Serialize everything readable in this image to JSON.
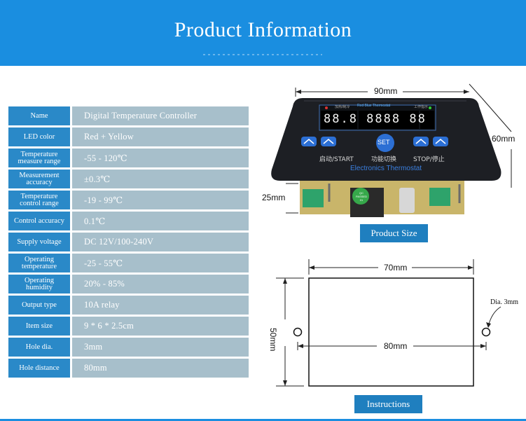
{
  "header": {
    "title": "Product Information"
  },
  "specs": [
    {
      "name": "Name",
      "value": "Digital Temperature Controller"
    },
    {
      "name": "LED color",
      "value": "Red + Yellow"
    },
    {
      "name": "Temperature\nmeasure range",
      "value": "-55 - 120℃"
    },
    {
      "name": "Measurement\naccuracy",
      "value": "±0.3℃"
    },
    {
      "name": "Temperature\ncontrol range",
      "value": "-19 - 99℃"
    },
    {
      "name": "Control accuracy",
      "value": "0.1℃"
    },
    {
      "name": "Supply voltage",
      "value": "DC 12V/100-240V"
    },
    {
      "name": "Operating\ntemperature",
      "value": "-25 - 55℃"
    },
    {
      "name": "Operating\nhumidity",
      "value": "20% - 85%"
    },
    {
      "name": "Output type",
      "value": "10A relay"
    },
    {
      "name": "Item size",
      "value": "9 * 6 * 2.5cm"
    },
    {
      "name": "Hole dia.",
      "value": "3mm"
    },
    {
      "name": "Hole distance",
      "value": "80mm"
    }
  ],
  "product": {
    "width_label": "90mm",
    "height_label": "60mm",
    "depth_label": "25mm",
    "display_header": "Red Blue Thermostat",
    "left_led_label": "加热/制冷",
    "right_led_label": "工作指示",
    "display_digits": "88.8 8888 88",
    "set_button": "SET",
    "start_label": "启动/START",
    "switch_label": "功能切换",
    "stop_label": "STOP/停止",
    "brand": "Electronics Thermostat",
    "qc_label": "QC\nPASSED\n01",
    "caption": "Product Size"
  },
  "instructions": {
    "width_label": "70mm",
    "height_label": "50mm",
    "hole_distance_label": "80mm",
    "hole_dia_label": "Dia. 3mm",
    "caption": "Instructions"
  },
  "colors": {
    "header": "#1a8ee0",
    "key_cell": "#2a89c8",
    "value_cell": "#a7bfcb",
    "button": "#1f7fbf"
  }
}
